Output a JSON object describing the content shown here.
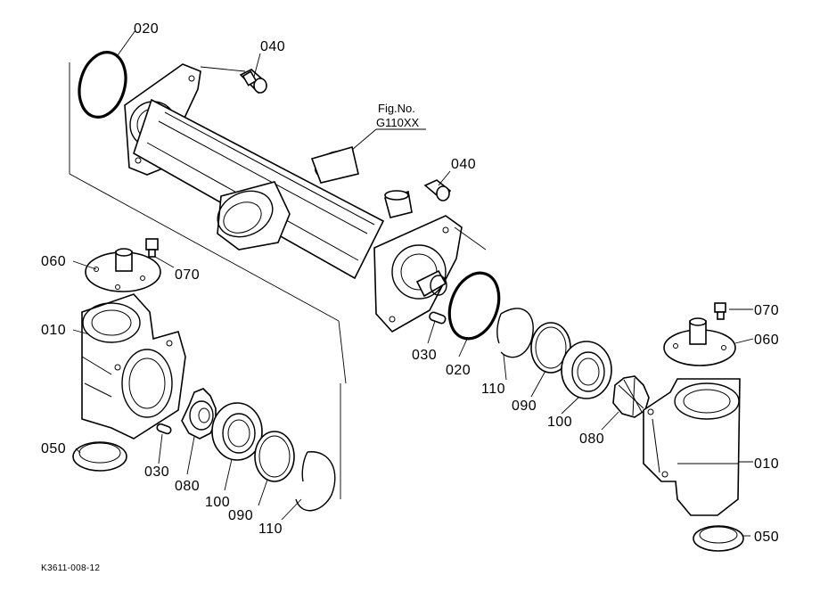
{
  "labels": {
    "oring_top": "020",
    "plug_top": "040",
    "fig_ref_line1": "Fig.No.",
    "fig_ref_line2": "G110XX",
    "plug_right": "040",
    "cover_left": "060",
    "bolt_left": "070",
    "case_left": "010",
    "pin_center": "030",
    "oring_center": "020",
    "pin_left": "030",
    "gear_left": "080",
    "seal_left": "050",
    "bearing_left": "100",
    "ring_left_090": "090",
    "snap_left": "110",
    "snap_right": "110",
    "ring_right_090": "090",
    "bearing_right": "100",
    "gear_right": "080",
    "bolt_right": "070",
    "cover_right": "060",
    "case_right": "010",
    "seal_right": "050"
  },
  "drawing_code": "K3611-008-12"
}
